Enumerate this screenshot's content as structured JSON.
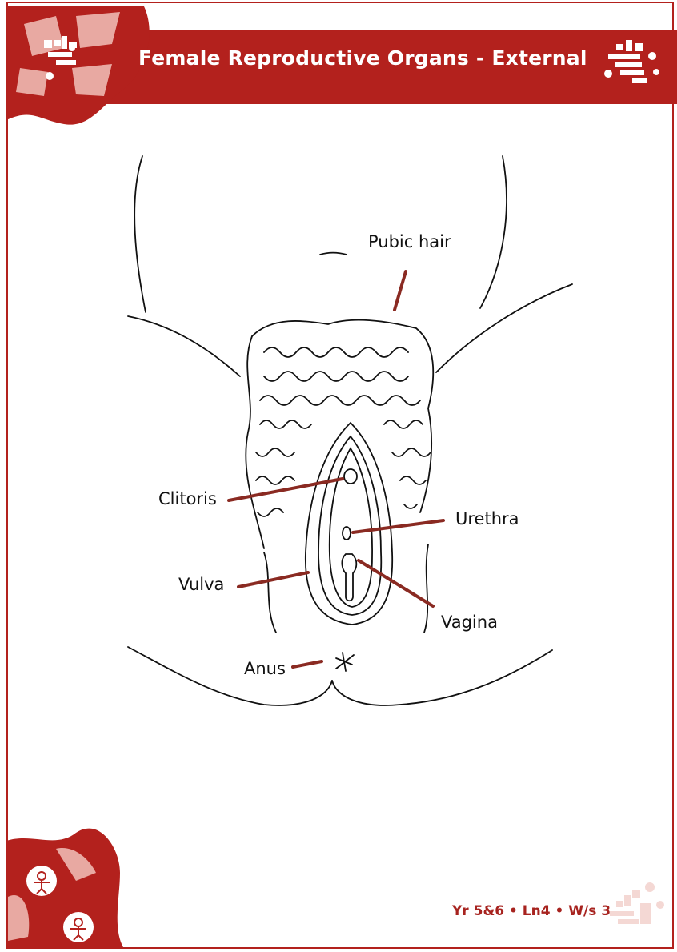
{
  "header": {
    "title": "Female Reproductive Organs - External"
  },
  "diagram": {
    "labels": {
      "pubic_hair": "Pubic hair",
      "clitoris": "Clitoris",
      "urethra": "Urethra",
      "vulva": "Vulva",
      "vagina": "Vagina",
      "anus": "Anus"
    }
  },
  "footer": {
    "reference": "Yr 5&6 • Ln4 • W/s 3"
  },
  "colors": {
    "brand_red": "#b3211d",
    "leader_line": "#8a2a22",
    "light_pink": "#e8a9a2"
  },
  "icons": [
    "figures-logo-icon",
    "figures-emblem-icon",
    "child-figure-icon",
    "faded-figures-icon"
  ]
}
